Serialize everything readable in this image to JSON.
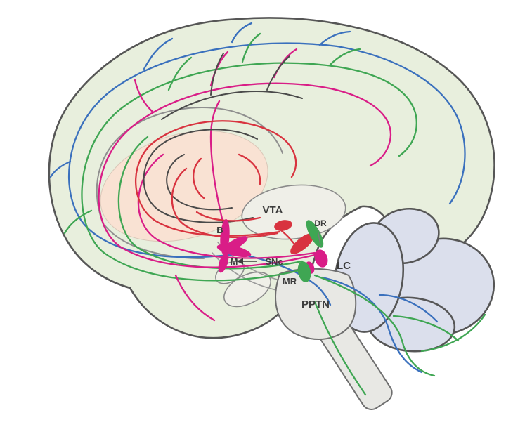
{
  "figure": {
    "type": "brain-sagittal-neuromodulator-pathways-diagram",
    "labels": {
      "vta": "VTA",
      "basal_forebrain": "B",
      "meynert": "M",
      "snc": "SNc",
      "mr": "MR",
      "pptn": "PPTN",
      "lc": "LC",
      "dr": "DR"
    },
    "colors": {
      "background": "#ffffff",
      "cerebrum": "#e8efdd",
      "inner_region": "#f9e2d3",
      "cerebellum": "#dbdfec",
      "brainstem": "#e8e8e4",
      "structure": "#efefe8",
      "dopamine": "#d8333f",
      "serotonin": "#d91d87",
      "noradrenaline": "#3fa653",
      "acetylcholine": "#3a70bd",
      "fiber_dark": "#4a4a4a",
      "label_text": "#3d3d3d"
    }
  }
}
